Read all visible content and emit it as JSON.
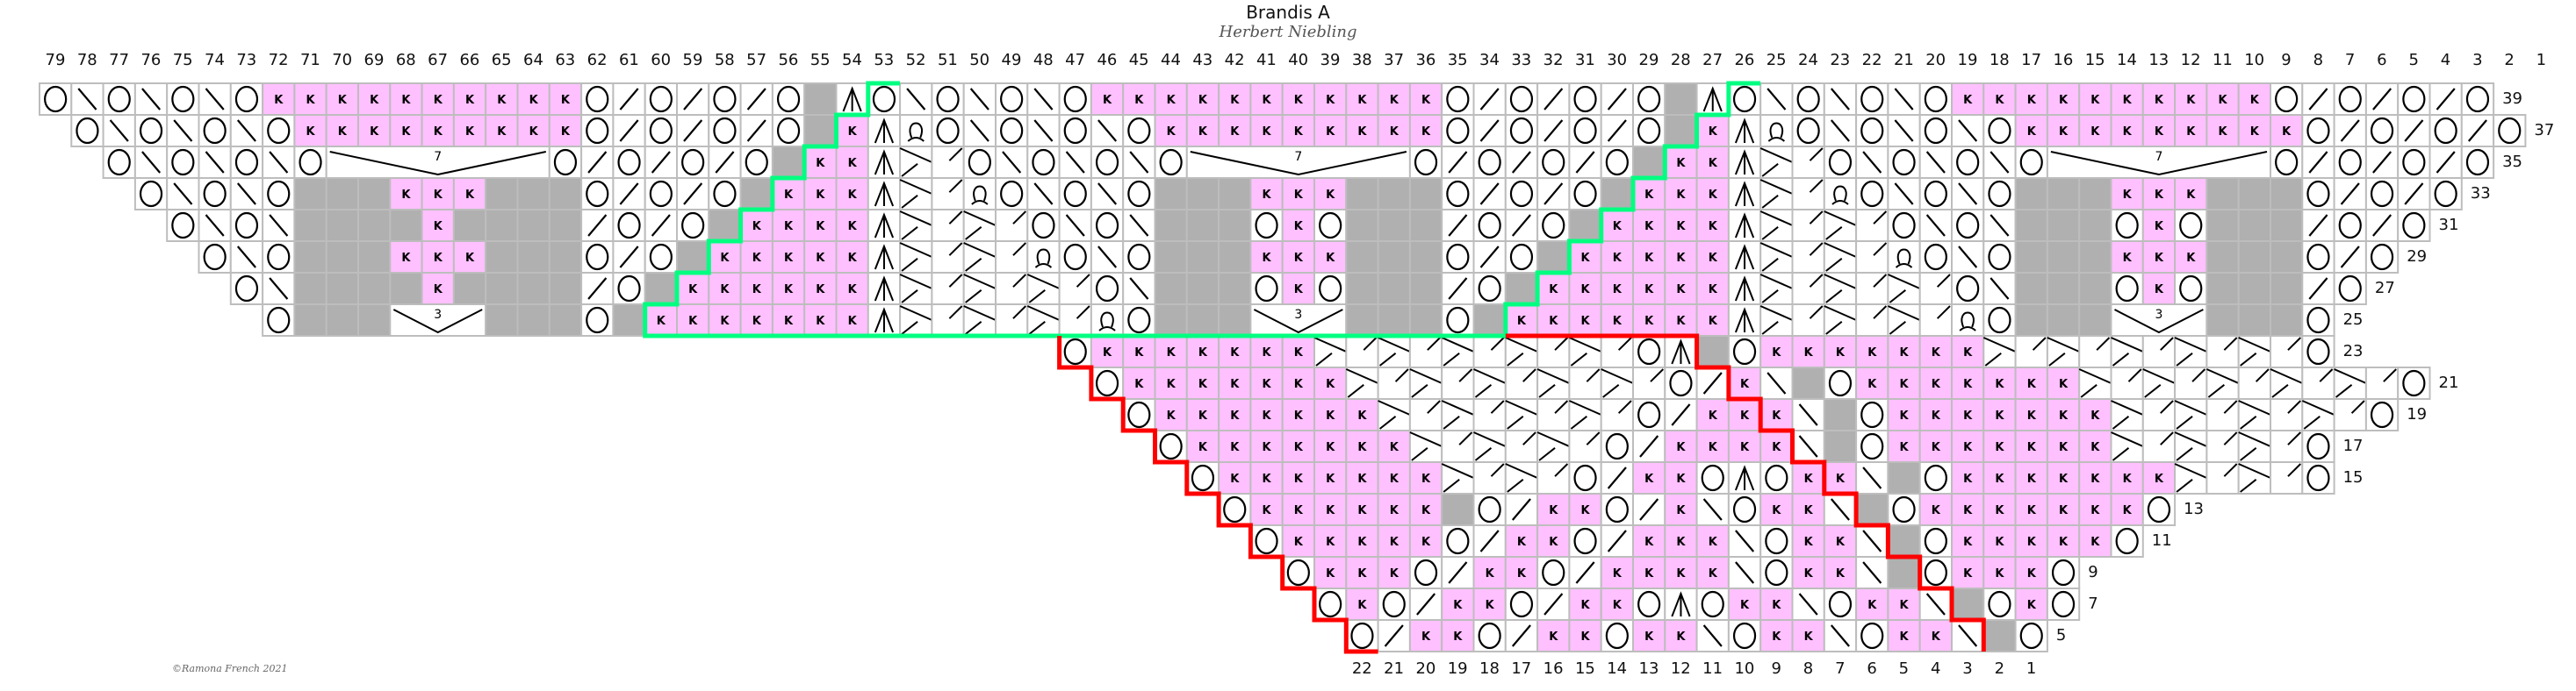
{
  "title": "Brandis A",
  "subtitle": "Herbert Niebling",
  "copyright": "©Ramona French 2021",
  "colors": {
    "pink": "#ffc0ff",
    "gray": "#b0b0b0",
    "grid": "#bdbdbd",
    "green_outline": "#00ff80",
    "red_outline": "#ff0000"
  },
  "legend_symbols": {
    "O": "yarn-over",
    "\\": "left-leaning-decrease",
    "/": "right-leaning-decrease",
    "K": "knit-pink (k)",
    "G": "no-stitch (gray)",
    "A": "double-decrease",
    "Q": "twisted-loop",
    "C": "cable-cross",
    "W": "blank-merged"
  },
  "top_column_labels": [
    "79",
    "78",
    "77",
    "76",
    "75",
    "74",
    "73",
    "72",
    "71",
    "70",
    "69",
    "68",
    "67",
    "66",
    "65",
    "64",
    "63",
    "62",
    "61",
    "60",
    "59",
    "58",
    "57",
    "56",
    "55",
    "54",
    "53",
    "52",
    "51",
    "50",
    "49",
    "48",
    "47",
    "46",
    "45",
    "44",
    "43",
    "42",
    "41",
    "40",
    "39",
    "38",
    "37",
    "36",
    "35",
    "34",
    "33",
    "32",
    "31",
    "30",
    "29",
    "28",
    "27",
    "26",
    "25",
    "24",
    "23",
    "22",
    "21",
    "20",
    "19",
    "18",
    "17",
    "16",
    "15",
    "14",
    "13",
    "12",
    "11",
    "10",
    "9",
    "8",
    "7",
    "6",
    "5",
    "4",
    "3",
    "2",
    "1"
  ],
  "bottom_column_labels": [
    "22",
    "21",
    "20",
    "19",
    "18",
    "17",
    "16",
    "15",
    "14",
    "13",
    "12",
    "11",
    "10",
    "9",
    "8",
    "7",
    "6",
    "5",
    "4",
    "3",
    "2",
    "1"
  ],
  "row_labels": [
    "39",
    "37",
    "35",
    "33",
    "31",
    "29",
    "27",
    "25",
    "23",
    "21",
    "19",
    "17",
    "15",
    "13",
    "11",
    "9",
    "7",
    "5"
  ],
  "bracket_labels": {
    "seven": "7",
    "three": "3"
  },
  "rows": [
    {
      "row": "39",
      "start": 0,
      "cells": "O\\O\\O\\OKKKKKKKKKKO/O/O/OG|A O\\O\\O\\OKKKKKKKKKKKO/O/O/OG|A O\\O\\O\\OKKKKKKKKKKO/O/O/O"
    },
    {
      "row": "37",
      "start": 1,
      "cells": "O\\O\\O\\OKKKKKKKKKO/O/O/OGK|AQO\\O\\O\\OKKKKKKKKKO/O/O/OGK|AQO\\O\\O\\OKKKKKKKKKO/O/O/O"
    },
    {
      "row": "35",
      "start": 2,
      "cells": "O\\O\\O\\O[7]O/O/O/OGKK|ACCO\\O\\O\\O[7]O/O/O/OGKK|ACCO\\O\\O\\O[7]O/O/O/O"
    },
    {
      "row": "33",
      "start": 3,
      "cells": "O\\O\\OGGGKKKGGGO/O/OGKKK|ACCQO\\O\\OGGGKKKGGGO/O/OGKKK|ACCQO\\O\\OGGGKKKGGGO/O/O"
    },
    {
      "row": "31",
      "start": 4,
      "cells": "O\\O\\GGGGKGGGG/O/OGKKKK|ACCCCO\\O\\GGGOKOGGG/O/OGKKKK|ACCCCO\\O\\GGGOKOGGG/O/O"
    },
    {
      "row": "29",
      "start": 5,
      "cells": "O\\OGGGKKKGGGO/OGKKKKK|ACCCCQO\\OGGGKKKGGGO/OGKKKKK|ACCCCQO\\OGGGKKKGGGO/O"
    },
    {
      "row": "27",
      "start": 6,
      "cells": "O\\GGGGKGGGG/OGKKKKKK|ACCCCCCO\\GGGOKOGGG/OGKKKKKK|ACCCCCCO\\GGGOKOGGG/O"
    },
    {
      "row": "25",
      "start": 7,
      "cells": "OGGG[3]GGGOGKKKKKKK|ACCCCCCQOGGG[3]GGGOGKKKKKKK|ACCCCCCQOGGG[3]GGGO"
    },
    {
      "row": "23",
      "start": 32,
      "cells": "OKKKKKKKCCCCCCCCCCOAGOKKKKKKKCCCCCCCCCCO"
    },
    {
      "row": "21",
      "start": 33,
      "cells": "OKKKKKKKCCCCCCCCCCO/K\\GOKKKKKKKCCCCCCCCCCO"
    },
    {
      "row": "19",
      "start": 34,
      "cells": "OKKKKKKKCCCCCCCCO/KKK\\GOKKKKKKKCCCCCCCCO"
    },
    {
      "row": "17",
      "start": 35,
      "cells": "OKKKKKKKCCCCCCO/KKKK\\GOKKKKKKKCCCCCCO"
    },
    {
      "row": "15",
      "start": 36,
      "cells": "OKKKKKKKCCCCO/KKOAOKK\\GOKKKKKKKCCCCO"
    },
    {
      "row": "13",
      "start": 37,
      "cells": "OKKKKKKGO/KKO/K\\OKK\\GOKKKKKKKO"
    },
    {
      "row": "11",
      "start": 38,
      "cells": "OKKKKKO/KKO/KKK\\OKK\\GOKKKKKO"
    },
    {
      "row": "9",
      "start": 39,
      "cells": "OKKKO/KKO/KKKK\\OKK\\GOKKKO"
    },
    {
      "row": "7",
      "start": 40,
      "cells": "OKO/KKO/KKOAOKK\\OKK\\GOKO"
    },
    {
      "row": "5",
      "start": 41,
      "cells": "O/KKO/KKOKK\\OKK\\OKK\\GO"
    }
  ]
}
